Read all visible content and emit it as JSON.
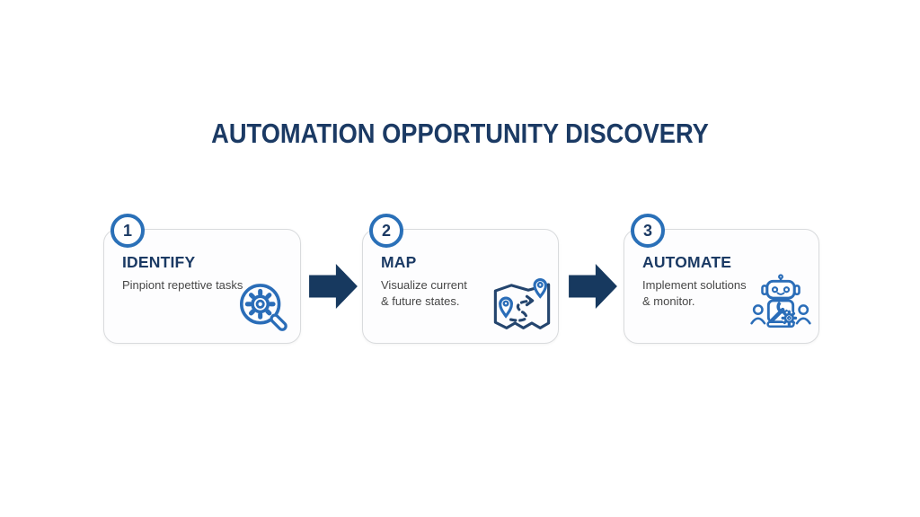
{
  "title": "AUTOMATION OPPORTUNITY DISCOVERY",
  "colors": {
    "navy": "#1b3a64",
    "blue": "#2a70b8",
    "arrow_navy": "#17395f",
    "card_background": "#fdfdfe",
    "card_border": "#d9dbdd",
    "description_gray": "#474747"
  },
  "steps": [
    {
      "number": "1",
      "title": "IDENTIFY",
      "description": "Pinpiont repettive tasks",
      "icon": "magnifier-gear-icon"
    },
    {
      "number": "2",
      "title": "MAP",
      "description": "Visualize current\n& future states.",
      "icon": "map-route-icon"
    },
    {
      "number": "3",
      "title": "AUTOMATE",
      "description": "Implement solutions\n& monitor.",
      "icon": "robot-icon"
    }
  ]
}
